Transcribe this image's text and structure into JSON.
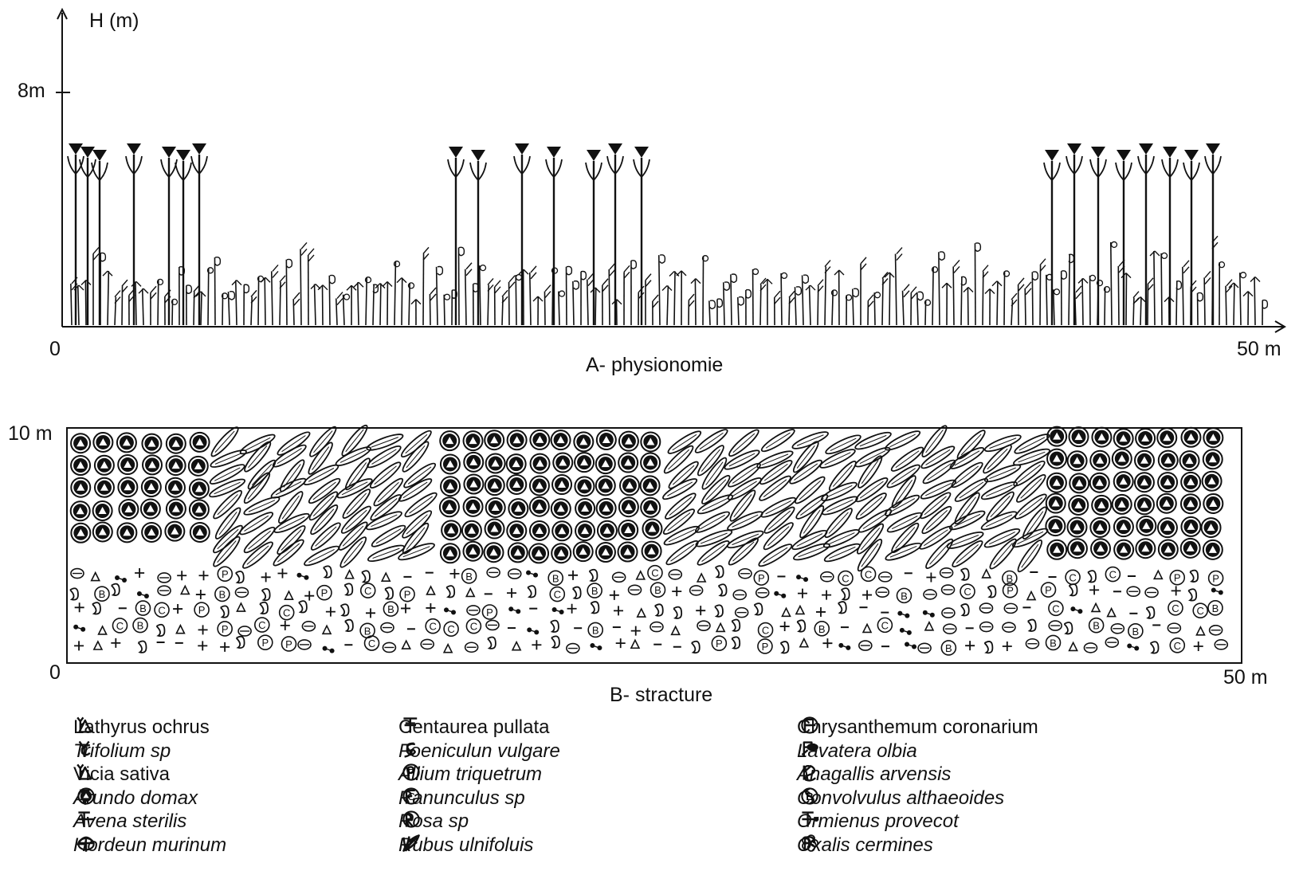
{
  "panel_a": {
    "y_axis_label": "H (m)",
    "y_tick": "8m",
    "x_start": "0",
    "x_end": "50 m",
    "caption": "A- physionomie"
  },
  "panel_b": {
    "y_top": "10 m",
    "x_start": "0",
    "x_end": "50 m",
    "caption": "B- stracture"
  },
  "legend": {
    "col1": [
      {
        "name": "Lathyrus ochrus",
        "italic": false,
        "symbols": [
          "fork",
          "triangle"
        ]
      },
      {
        "name": "Trifolium sp",
        "italic": true,
        "symbols": [
          "y-stem",
          "c-hook"
        ]
      },
      {
        "name": "Vicia sativa",
        "italic": false,
        "symbols": [
          "fork",
          "triangle"
        ]
      },
      {
        "name": "Arundo domax",
        "italic": true,
        "symbols": [
          "filled-triangle-stem",
          "circled-triangle"
        ]
      },
      {
        "name": "Avena sterilis",
        "italic": true,
        "symbols": [
          "t-stem",
          "dash"
        ]
      },
      {
        "name": "Hordeun murinum",
        "italic": true,
        "symbols": [
          "umbrella",
          "split-oval"
        ]
      }
    ],
    "col2": [
      {
        "name": "Centaurea pullata",
        "italic": false,
        "symbols": [
          "double-t",
          "plus"
        ]
      },
      {
        "name": "Foeniculun vulgare",
        "italic": true,
        "symbols": [
          "s-stem",
          "curl"
        ]
      },
      {
        "name": "Allium triquetrum",
        "italic": true,
        "symbols": [
          "p-stem",
          "circled-p"
        ]
      },
      {
        "name": "Ranunculus sp",
        "italic": true,
        "symbols": [
          "f-stem",
          "circled-c"
        ]
      },
      {
        "name": "Rosa sp",
        "italic": true,
        "symbols": [
          "r-stem",
          "circled-dot"
        ]
      },
      {
        "name": "Rubus ulnifoluis",
        "italic": true,
        "symbols": [
          "v-fan",
          "long-leaf"
        ]
      }
    ],
    "col3": [
      {
        "name": "Chrysanthemum coronarium",
        "italic": false,
        "symbols": [
          "f-stem",
          "circled-dash"
        ]
      },
      {
        "name": "Lavatera olbia",
        "italic": true,
        "symbols": [
          "flag",
          "key-blob"
        ]
      },
      {
        "name": "Anagallis arvensis",
        "italic": true,
        "symbols": [
          "k-stem",
          "swirl"
        ]
      },
      {
        "name": "Convolvulus althaeoides",
        "italic": true,
        "symbols": [
          "coil",
          "circled-b"
        ]
      },
      {
        "name": "Ormienus provecot",
        "italic": true,
        "symbols": [
          "t-stem",
          "dumbbell"
        ]
      },
      {
        "name": "Oxalis cermines",
        "italic": true,
        "symbols": [
          "hook",
          "flower"
        ]
      }
    ]
  }
}
